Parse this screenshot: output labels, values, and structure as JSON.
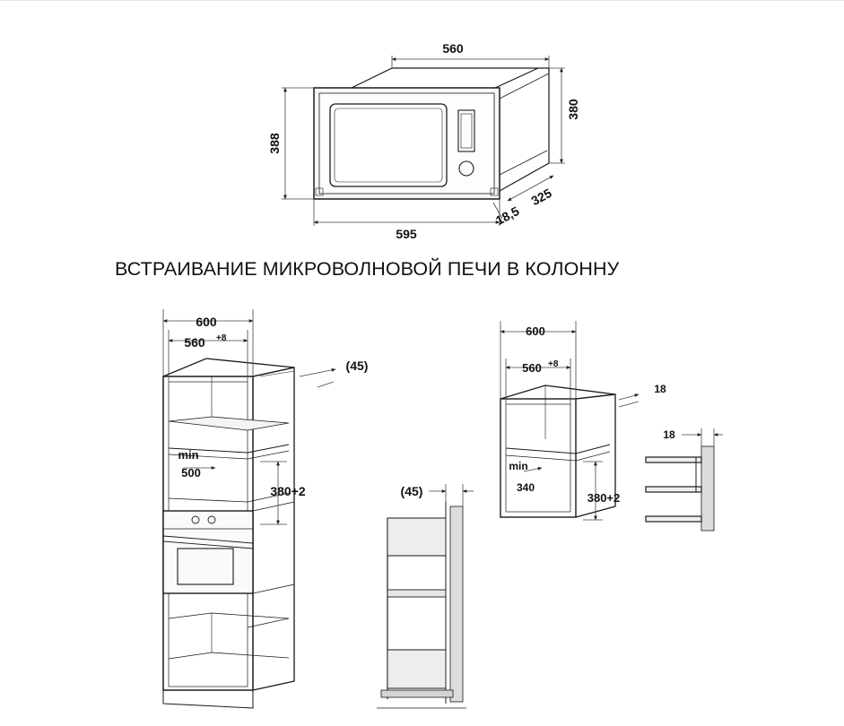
{
  "heading": "ВСТРАИВАНИЕ МИКРОВОЛНОВОЙ ПЕЧИ В КОЛОННУ",
  "microwave": {
    "width_top": "560",
    "height_right": "380",
    "height_left": "388",
    "width_bottom": "595",
    "depth": "325",
    "frame_depth": "18,5"
  },
  "tall_column": {
    "width_outer": "600",
    "width_inner": "560",
    "width_inner_tol": "+8",
    "back_gap": "(45)",
    "min_label": "min",
    "min_value": "500",
    "niche_height": "380+2"
  },
  "side_section": {
    "back_gap": "(45)"
  },
  "wall_cabinet": {
    "width_outer": "600",
    "width_inner": "560",
    "width_inner_tol": "+8",
    "panel_thickness": "18",
    "min_label": "min",
    "min_value": "340",
    "niche_height": "380+2"
  },
  "side_bracket": {
    "panel_thickness": "18"
  },
  "colors": {
    "line": "#1a1a1a",
    "dim_line": "#333333",
    "shelf_fill": "#ececec"
  }
}
